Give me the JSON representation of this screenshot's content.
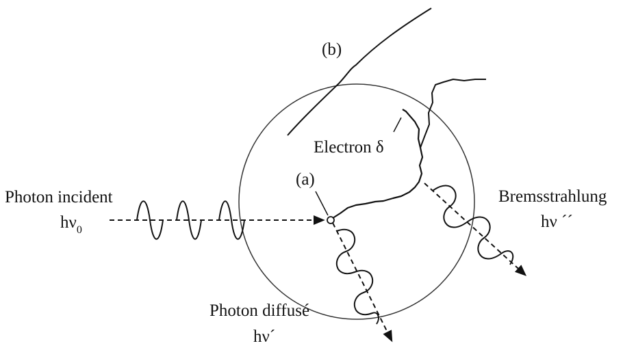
{
  "labels": {
    "marker_b": "(b)",
    "marker_a": "(a)",
    "electron": "Electron δ",
    "incident_line1": "Photon incident",
    "incident_line2": "hν",
    "incident_sub": "0",
    "brems_line1": "Bremsstrahlung",
    "brems_line2": "hν ´´",
    "diffuse_line1": "Photon diffusé",
    "diffuse_line2": "hν´"
  },
  "colors": {
    "ink": "#111111",
    "background": "#ffffff"
  }
}
